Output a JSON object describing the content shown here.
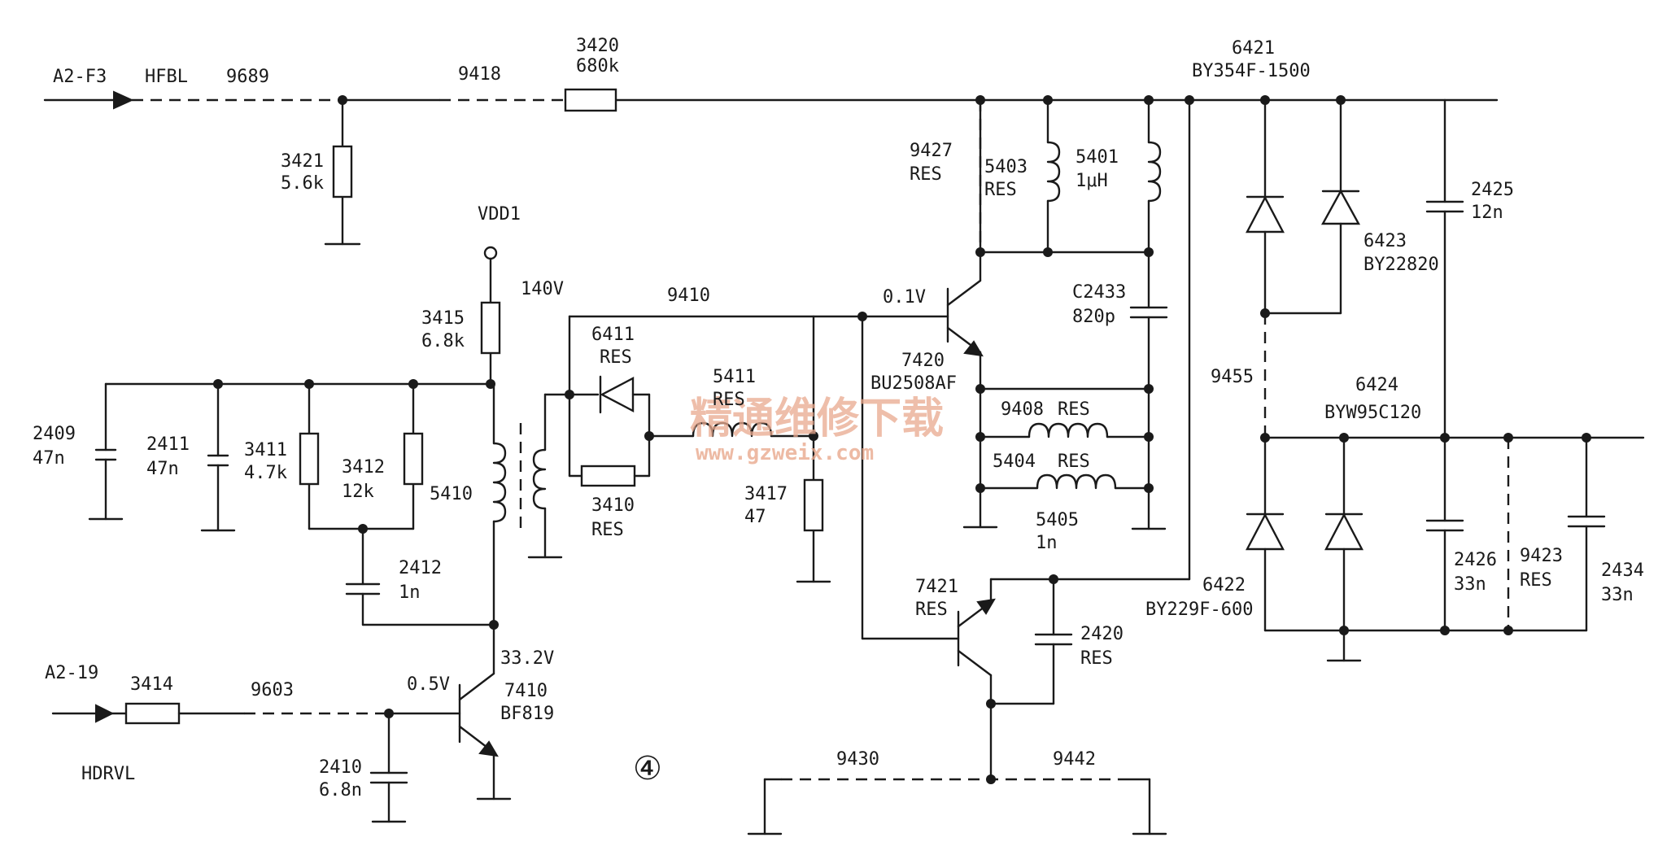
{
  "labels": {
    "a2f3": "A2-F3",
    "hfbl": "HFBL",
    "n9689": "9689",
    "n9418": "9418",
    "r3420_ref": "3420",
    "r3420_val": "680k",
    "d6421_ref": "6421",
    "d6421_val": "BY354F-1500",
    "r3421_ref": "3421",
    "r3421_val": "5.6k",
    "vdd1": "VDD1",
    "v140": "140V",
    "r3415_ref": "3415",
    "r3415_val": "6.8k",
    "n9427": "9427",
    "n9427_res": "RES",
    "l5403_ref": "5403",
    "l5403_val": "RES",
    "l5401_ref": "5401",
    "l5401_val": "1μH",
    "c2425_ref": "2425",
    "c2425_val": "12n",
    "d6423_ref": "6423",
    "d6423_val": "BY22820",
    "n9410": "9410",
    "v01": "0.1V",
    "c2433_ref": "C2433",
    "c2433_val": "820p",
    "d6411_ref": "6411",
    "d6411_val": "RES",
    "t7420_ref": "7420",
    "t7420_val": "BU2508AF",
    "l5411_ref": "5411",
    "l5411_val": "RES",
    "n9455": "9455",
    "d6424_ref": "6424",
    "d6424_val": "BYW95C120",
    "n9408": "9408",
    "n9408_res": "RES",
    "c2409_ref": "2409",
    "c2409_val": "47n",
    "c2411_ref": "2411",
    "c2411_val": "47n",
    "r3411_ref": "3411",
    "r3411_val": "4.7k",
    "r3412_ref": "3412",
    "r3412_val": "12k",
    "l5410": "5410",
    "n5404": "5404",
    "n5404_res": "RES",
    "r3410_ref": "3410",
    "r3410_val": "RES",
    "r3417_ref": "3417",
    "r3417_val": "47",
    "l5405_ref": "5405",
    "l5405_val": "1n",
    "c2412_ref": "2412",
    "c2412_val": "1n",
    "t7421_ref": "7421",
    "t7421_val": "RES",
    "d6422_ref": "6422",
    "d6422_val": "BY229F-600",
    "c2426_ref": "2426",
    "c2426_val": "33n",
    "n9423": "9423",
    "n9423_res": "RES",
    "c2434_ref": "2434",
    "c2434_val": "33n",
    "c2420_ref": "2420",
    "c2420_val": "RES",
    "v332": "33.2V",
    "a219": "A2-19",
    "r3414": "3414",
    "n9603": "9603",
    "v05": "0.5V",
    "t7410_ref": "7410",
    "t7410_val": "BF819",
    "c2410_ref": "2410",
    "c2410_val": "6.8n",
    "hdrvl": "HDRVL",
    "n9430": "9430",
    "n9442": "9442",
    "circled_4": "④"
  },
  "watermark": {
    "title": "精通维修下载",
    "url": "www.gzweix.com",
    "color": "#e9a98e"
  }
}
